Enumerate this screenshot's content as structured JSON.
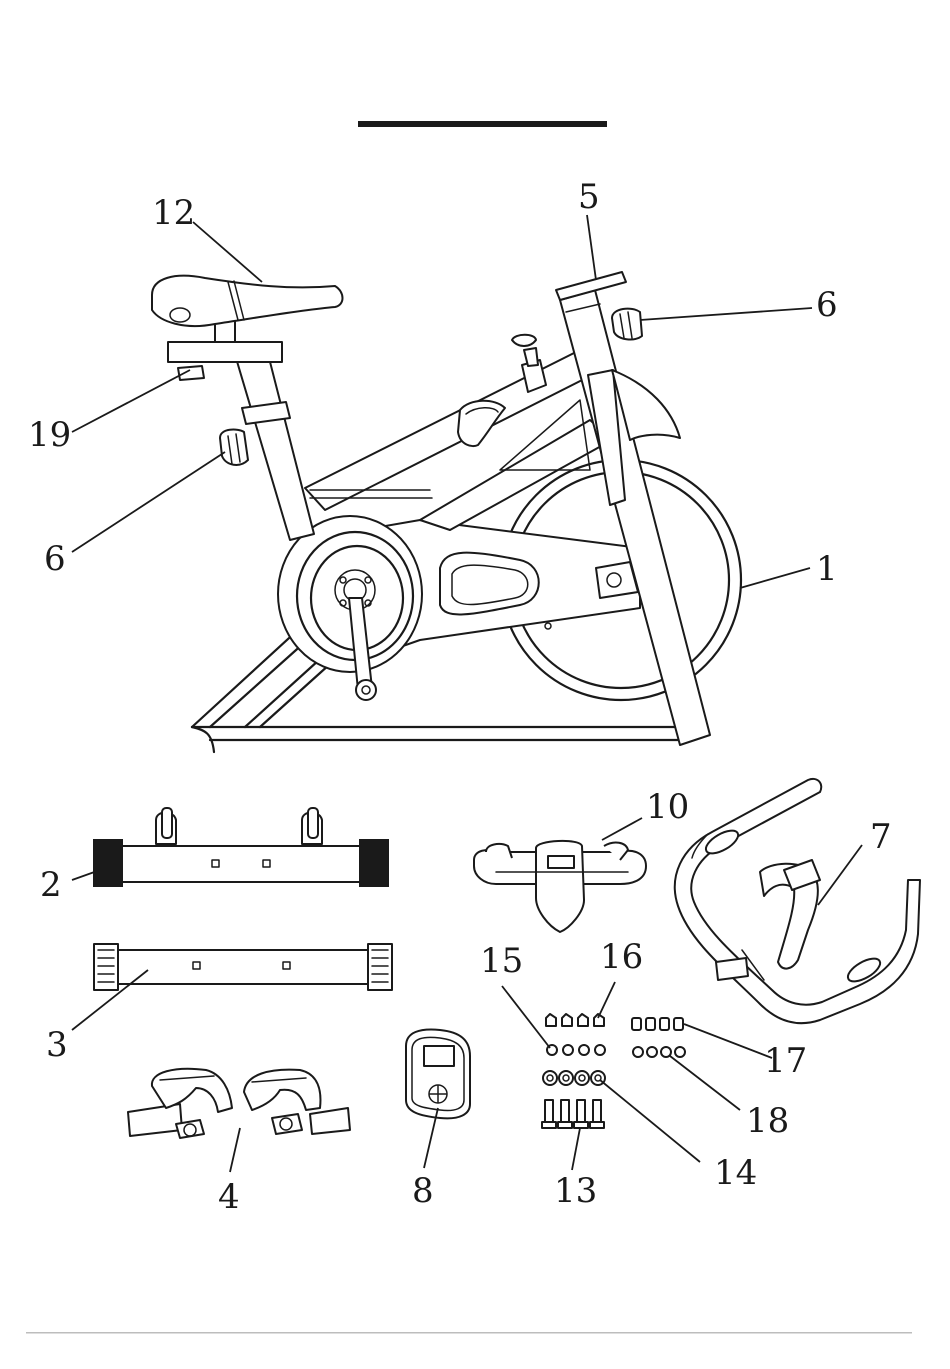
{
  "page": {
    "header_rule_color": "#1a1a1a",
    "footer_rule_color": "#bdbdbd"
  },
  "callouts": {
    "c1": "1",
    "c2": "2",
    "c3": "3",
    "c4": "4",
    "c5": "5",
    "c6a": "6",
    "c6b": "6",
    "c7": "7",
    "c8": "8",
    "c10": "10",
    "c12": "12",
    "c13": "13",
    "c14": "14",
    "c15": "15",
    "c16": "16",
    "c17": "17",
    "c18": "18",
    "c19": "19"
  }
}
